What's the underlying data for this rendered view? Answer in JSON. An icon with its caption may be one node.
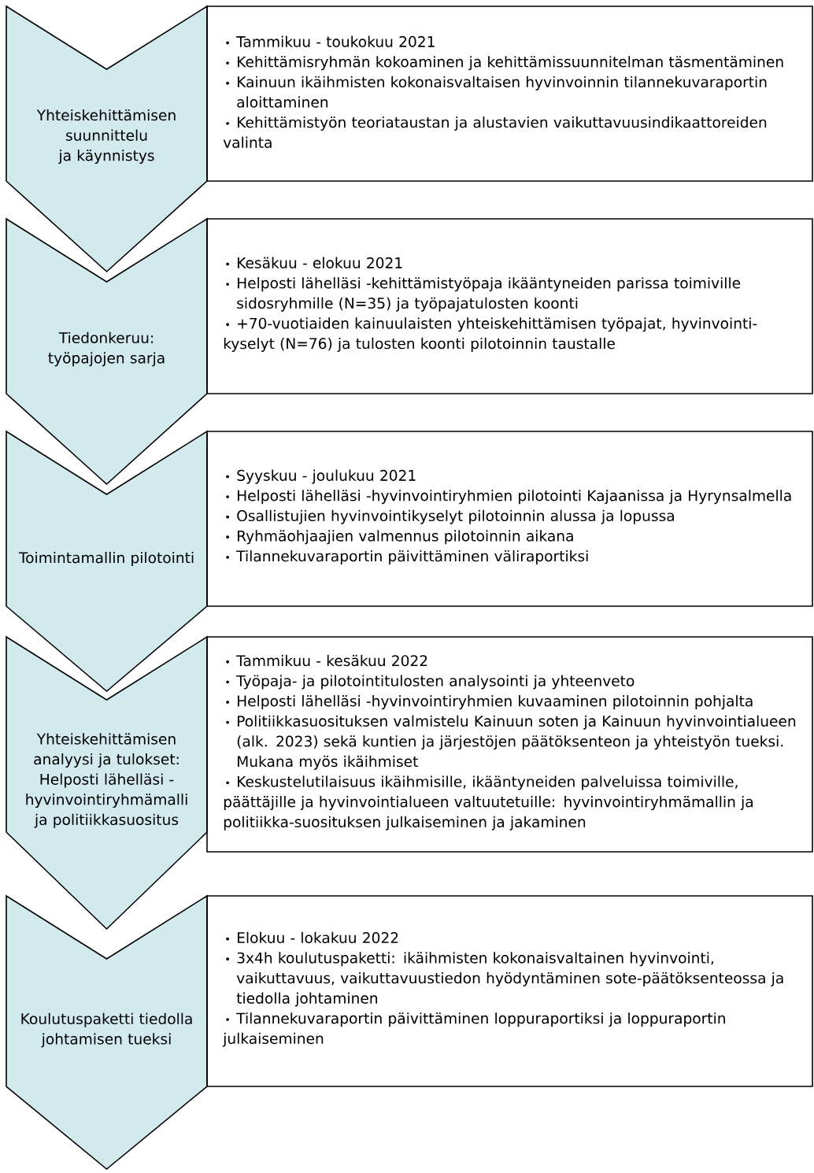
{
  "diagram": {
    "nodes": [
      {
        "text": [
          "Yhteiskehittämisen suunnittelu ja käynnistys"
        ]
      },
      {
        "text": [
          "Tammikuu - toukokuu 2021",
          "Kehittämisryhmän kokoaminen ja kehittämissuunnitelman täsmentäminen",
          "Kainuun ikäihmisten kokonaisvaltaisen hyvinvoinnin tilannekuvaraportin aloittaminen",
          "Kehittämistyön teoriataustan ja alustavien vaikuttavuusindikaattoreiden valinta"
        ]
      },
      {
        "text": [
          "Tiedonkeruu: työpajojen sarja"
        ]
      },
      {
        "text": [
          "Kesäkuu - elokuu 2021",
          "Helposti lähelläsi -kehittämistyöpaja ikääntyneiden parissa toimiville sidosryhmille (N=35) ja työpajatulosten koonti",
          "+70-vuotiaiden kainuulaisten yhteiskehittämisen työpajat, hyvinvointi-kyselyt (N=76) ja tulosten koonti pilotoinnin taustalle"
        ]
      },
      {
        "text": [
          "Toimintamallin pilotointi"
        ]
      },
      {
        "text": [
          "Syyskuu - joulukuu 2021",
          "Helposti lähelläsi -hyvinvointiryhmien pilotointi Kajaanissa ja Hyrynsalmella",
          "Osallistujien hyvinvointikyselyt pilotoinnin alussa ja lopussa",
          "Ryhmäohjaajien valmennus pilotoinnin aikana",
          "Tilannekuvaraportin päivittäminen väliraportiksi"
        ]
      },
      {
        "text": [
          "Yhteiskehittämisen analyysi ja tulokset: Helposti lähelläsi - hyvinvointiryhmämalli ja politiikkasuositus"
        ]
      },
      {
        "text": [
          "Tammikuu - kesäkuu 2022",
          "Työpaja- ja pilotointitulosten analysointi ja yhteenveto",
          "Helposti lähelläsi -hyvinvointiryhmien kuvaaminen pilotoinnin pohjalta",
          "Politiikkasuosituksen valmistelu Kainuun soten ja Kainuun hyvinvointialueen (alk. 2023) sekä kuntien ja järjestöjen päätöksenteon ja yhteistyön tueksi. Mukana myös ikäihmiset",
          "Keskustelutilaisuus ikäihmisille, ikääntyneiden palveluissa toimiville, päättäjille ja hyvinvointialueen valtuutetuille: hyvinvointiryhmämallin ja politiikka-suosituksen julkaiseminen ja jakaminen"
        ]
      },
      {
        "text": [
          "Koulutuspaketti tiedolla johtamisen tueksi"
        ]
      },
      {
        "text": [
          "Elokuu - lokakuu 2022",
          "3x4h koulutuspaketti: ikäihmisten kokonaisvaltainen hyvinvointi, vaikuttavuus, vaikuttavuustiedon hyödyntäminen sote-päätöksenteossa ja tiedolla johtaminen",
          "Tilannekuvaraportin päivittäminen loppuraportiksi ja loppuraportin julkaiseminen"
        ]
      }
    ]
  }
}
